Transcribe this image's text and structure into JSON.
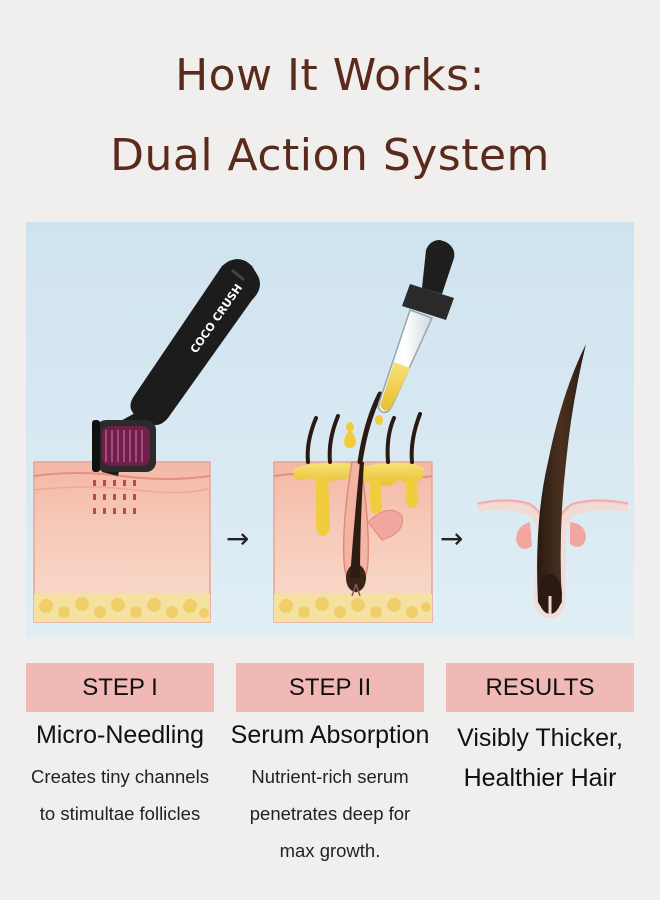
{
  "title": {
    "line1": "How It Works:",
    "line2": "Dual Action System"
  },
  "illustration": {
    "roller_brand": "COCO CRUSH",
    "arrow_glyph": "→"
  },
  "steps": [
    {
      "label": "STEP I",
      "title": "Micro-Needling",
      "description_lines": [
        "Creates tiny channels",
        "to stimultae follicles"
      ]
    },
    {
      "label": "STEP II",
      "title": "Serum Absorption",
      "description_lines": [
        "Nutrient-rich serum",
        "penetrates deep for",
        "max growth."
      ]
    }
  ],
  "results": {
    "label": "RESULTS",
    "title_lines": [
      "Visibly Thicker,",
      "Healthier Hair"
    ]
  },
  "colors": {
    "title": "#5a2a1c",
    "step_bar": "#f0b9b6",
    "background": "#f0efed",
    "skin_top": "#f6c6b6",
    "skin_mid": "#f8d8c8",
    "fat_layer": "#f5e2a4",
    "serum": "#f2d24a"
  }
}
